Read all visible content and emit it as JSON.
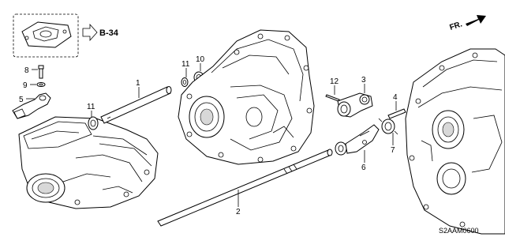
{
  "reference": {
    "label": "B-34"
  },
  "direction": {
    "label": "FR."
  },
  "diagram_code": "S2AAM0600",
  "callouts": [
    "1",
    "2",
    "3",
    "4",
    "5",
    "6",
    "7",
    "8",
    "9",
    "10",
    "11",
    "11",
    "12"
  ]
}
